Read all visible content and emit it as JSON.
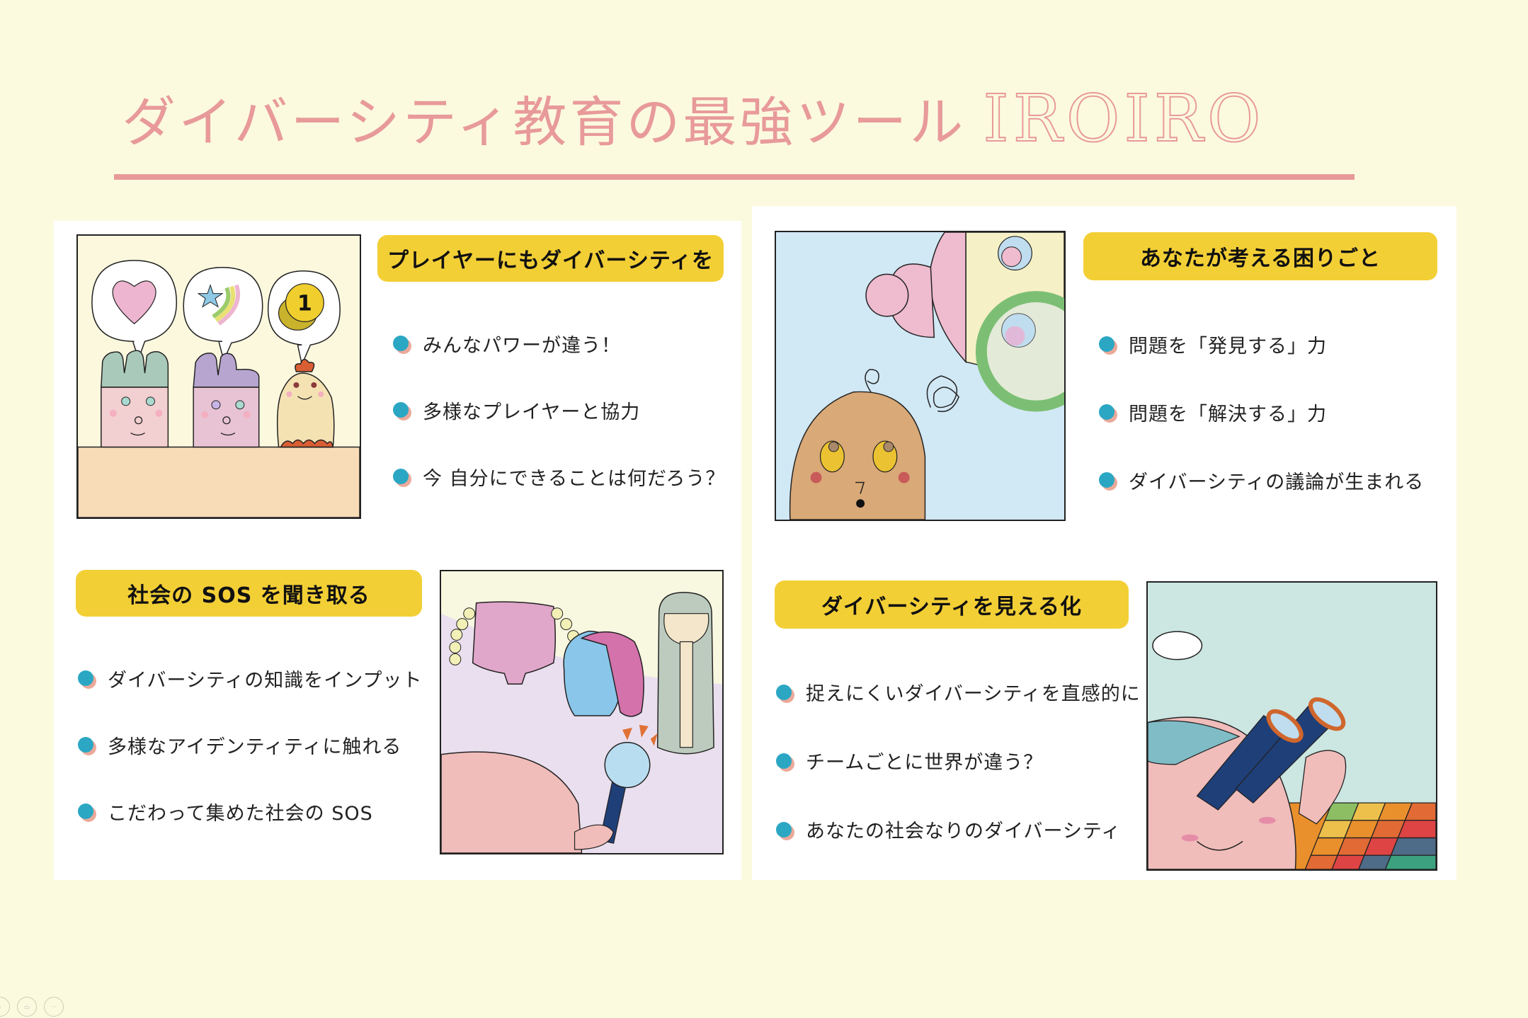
{
  "title": {
    "main": "ダイバーシティ教育の最強ツール",
    "brand": "IROIRO",
    "color": "#E89A9A"
  },
  "colors": {
    "background": "#FBFADF",
    "header_yellow": "#F3CF36",
    "bullet_teal": "#2BA7C4",
    "bullet_shadow": "#EBA99A"
  },
  "sections": [
    {
      "header": "プレイヤーにもダイバーシティを",
      "illustration": "three-characters-with-speech-bubbles (heart, shooting star, coin 1)",
      "coin_label": "1",
      "bullets": [
        "みんなパワーが違う！",
        "多様なプレイヤーと協力",
        "今 自分にできることは何だろう？"
      ]
    },
    {
      "header": "社会の SOS を聞き取る",
      "illustration": "interviewer-with-microphone-and-characters",
      "bullets": [
        "ダイバーシティの知識をインプット",
        "多様なアイデンティティに触れる",
        "こだわって集めた社会の SOS"
      ]
    },
    {
      "header": "あなたが考える困りごと",
      "illustration": "character-observed-through-magnifying-glass",
      "bullets": [
        "問題を「発見する」力",
        "問題を「解決する」力",
        "ダイバーシティの議論が生まれる"
      ]
    },
    {
      "header": "ダイバーシティを見える化",
      "illustration": "character-with-binoculars-over-colorful-grid",
      "bullets": [
        "捉えにくいダイバーシティを直感的に",
        "チームごとに世界が違う？",
        "あなたの社会なりのダイバーシティ"
      ]
    }
  ],
  "footer": {
    "icons": [
      "prev-icon",
      "slides-icon",
      "more-icon"
    ]
  }
}
